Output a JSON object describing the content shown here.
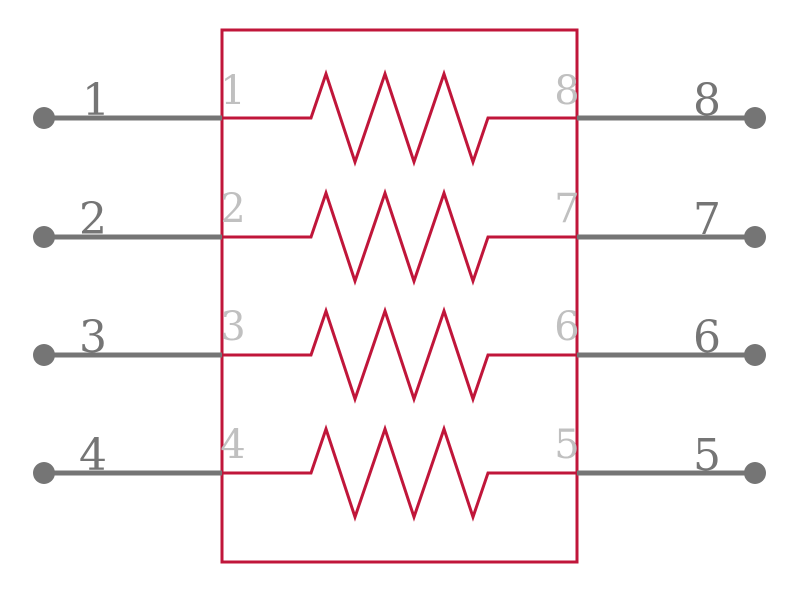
{
  "colors": {
    "pin": "#757575",
    "body": "#c0163a",
    "inner_label": "#c0c0c0",
    "background": "#ffffff"
  },
  "component": {
    "type": "resistor-network",
    "resistor_count": 4
  },
  "pins_left": [
    {
      "number": "1",
      "inner_number": "1"
    },
    {
      "number": "2",
      "inner_number": "2"
    },
    {
      "number": "3",
      "inner_number": "3"
    },
    {
      "number": "4",
      "inner_number": "4"
    }
  ],
  "pins_right": [
    {
      "number": "8",
      "inner_number": "8"
    },
    {
      "number": "7",
      "inner_number": "7"
    },
    {
      "number": "6",
      "inner_number": "6"
    },
    {
      "number": "5",
      "inner_number": "5"
    }
  ]
}
